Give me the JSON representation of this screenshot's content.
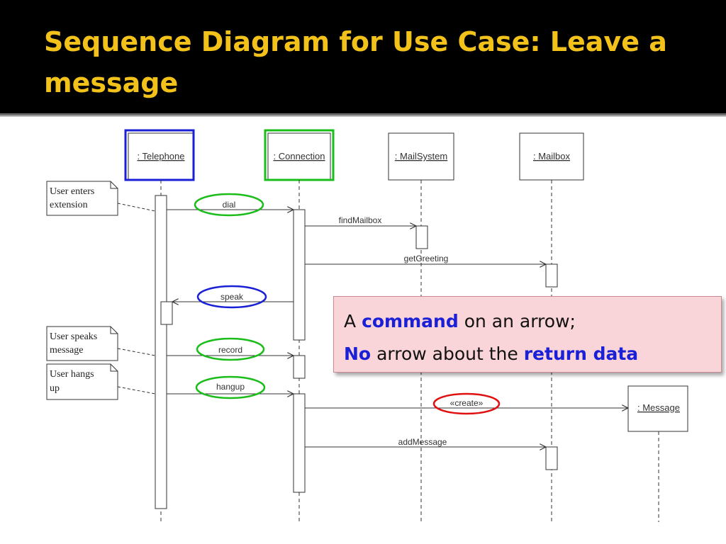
{
  "slide": {
    "title": "Sequence Diagram for Use Case: Leave  a message"
  },
  "diagram": {
    "objects": {
      "telephone": ": Telephone",
      "connection": ": Connection",
      "mailsystem": ": MailSystem",
      "mailbox": ": Mailbox",
      "message": ": Message"
    },
    "messages": {
      "dial": "dial",
      "findmailbox": "findMailbox",
      "getgreeting": "getGreeting",
      "speak": "speak",
      "record": "record",
      "hangup": "hangup",
      "create": "«create»",
      "addmessage": "addMessage"
    },
    "notes": {
      "enters_line1": "User enters",
      "enters_line2": "extension",
      "speaks_line1": "User speaks",
      "speaks_line2": "message",
      "hangs_line1": "User hangs",
      "hangs_line2": "up"
    }
  },
  "callout": {
    "line1_prefix": "A",
    "line1_highlight": "command",
    "line1_suffix": "on an arrow;",
    "line2_highlight": "No",
    "line2_middle": "arrow about the",
    "line2_highlight2": "return data"
  },
  "colors": {
    "title": "#f2c21b",
    "highlight_blue": "#1a20d6",
    "highlight_green": "#1bbd1b",
    "highlight_red": "#e01010",
    "callout_bg": "#f9d4d8"
  }
}
